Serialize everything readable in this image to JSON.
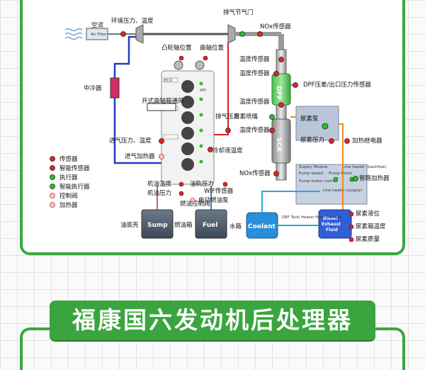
{
  "title": "福康国六发动机后处理器",
  "labels": {
    "air_filter": "空滤",
    "air_filter_box": "Air Filter",
    "ambient": "环境压力、温度",
    "intercooler": "中冷器",
    "cam_pos": "凸轮轴位置",
    "crank_pos": "曲轴位置",
    "crankcase": "开式曲轴箱通风",
    "intake_pt": "进气压力、温度",
    "intake_heater": "进气加热器",
    "exhaust_throttle": "排气节气门",
    "nox_top": "NOx传感器",
    "temp1": "温度传感器",
    "temp2": "温度传感器",
    "dpf_pressure": "DPF压差/出口压力传感器",
    "temp3": "温度传感器",
    "urea_nozzle": "尿素喷嘴",
    "temp4": "温度传感器",
    "exhaust_pressure": "排气压力",
    "coolant_temp": "冷却液温度",
    "nox_bottom": "NOx传感器",
    "urea_pump": "尿素泵",
    "urea_pressure": "尿素压力",
    "heater_relay": "加热继电器",
    "pipe_heater": "管路加热器",
    "oil_temp": "机油温度",
    "oil_pressure": "机油压力",
    "fuel_pressure": "油轨压力",
    "wif": "WIF传感器",
    "fuel_pump": "电动燃油泵",
    "fuel_valve": "燃油控制阀",
    "sump_tank": "油底壳",
    "fuel_tank": "燃油箱",
    "water_tank": "水箱",
    "urea_level": "尿素液位",
    "urea_temp": "尿素箱温度",
    "urea_quality": "尿素质量",
    "dpf": "DPF",
    "scr": "SCR",
    "sump": "Sump",
    "fuel": "Fuel",
    "coolant": "Coolant",
    "def_1": "Diesel",
    "def_2": "Exhaust",
    "def_3": "Fluid",
    "supply_module": "Supply Module",
    "pump_speed": "Pump speed",
    "pump_motor": "Pump motor control",
    "pump_mot_2": "Pump Motor",
    "line_heater_supply": "Line heater (supply)",
    "line_heater_backflow": "Line heater (backflow)",
    "def_tank_heater": "DEF Tank Heater From Coolant",
    "port_ecu": "ECU",
    "port_xpi": "XPI"
  },
  "legend": [
    {
      "label": "传感器",
      "symbol": "sensor"
    },
    {
      "label": "智能传感器",
      "symbol": "smart-sensor"
    },
    {
      "label": "执行器",
      "symbol": "actuator"
    },
    {
      "label": "智能执行器",
      "symbol": "smart-actuator"
    },
    {
      "label": "控制阀",
      "symbol": "valve"
    },
    {
      "label": "加热器",
      "symbol": "heater"
    }
  ],
  "colors": {
    "frame": "#39a83e",
    "banner": "#3aa43f",
    "intake": "#1f3fbf",
    "exhaust": "#d62020",
    "urea": "#f08a1c",
    "coolant": "#2aa8d8"
  }
}
